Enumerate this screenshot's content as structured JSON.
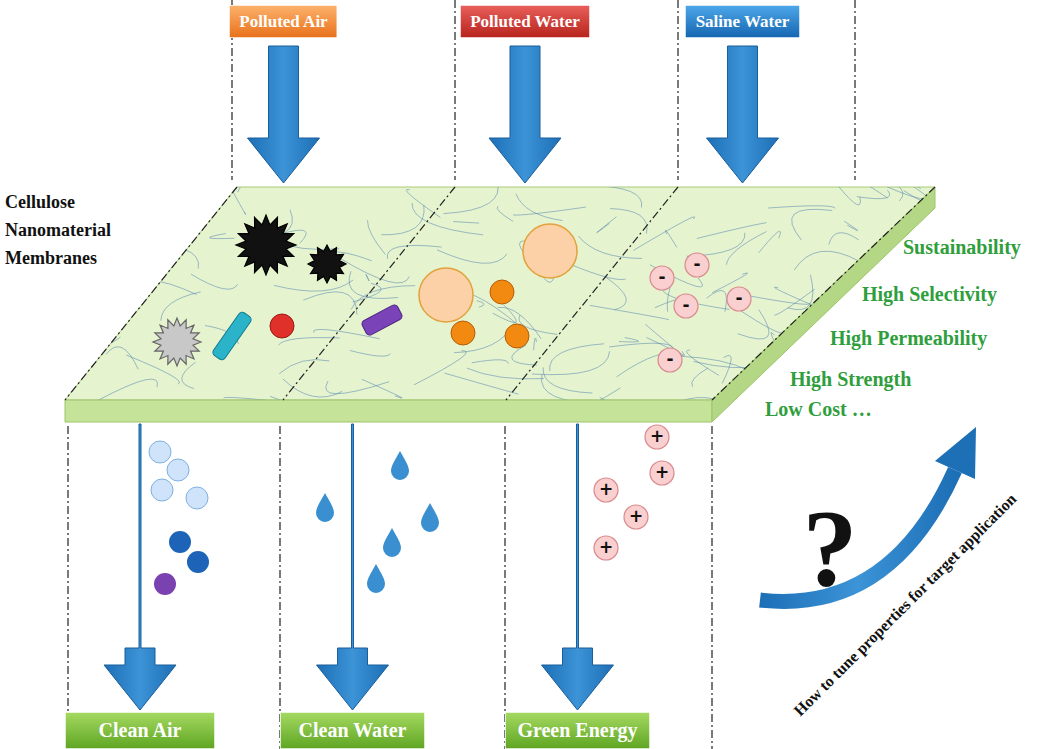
{
  "diagram": {
    "nodes": [
      {
        "text": [
          "Polluted Air"
        ]
      },
      {
        "text": [
          "Polluted Water"
        ]
      },
      {
        "text": [
          "Saline Water"
        ]
      },
      {
        "text": [
          "Cellulose Nanomaterial Membranes"
        ]
      },
      {
        "text": [
          "Clean Air"
        ]
      },
      {
        "text": [
          "Clean Water"
        ]
      },
      {
        "text": [
          "Green Energy"
        ]
      }
    ],
    "edges": [
      {
        "from": 0,
        "to": 3,
        "arrow": "to"
      },
      {
        "from": 1,
        "to": 3,
        "arrow": "to"
      },
      {
        "from": 2,
        "to": 3,
        "arrow": "to"
      },
      {
        "from": 3,
        "to": 4,
        "arrow": "to"
      },
      {
        "from": 3,
        "to": 5,
        "arrow": "to"
      },
      {
        "from": 3,
        "to": 6,
        "arrow": "to"
      }
    ],
    "labels": [
      "Sustainability",
      "High Selectivity",
      "High Permeability",
      "High Strength",
      "Low Cost …",
      "?",
      "How to tune properties for target application",
      "-",
      "-",
      "-",
      "-",
      "-",
      "+",
      "+",
      "+",
      "+",
      "+"
    ]
  }
}
